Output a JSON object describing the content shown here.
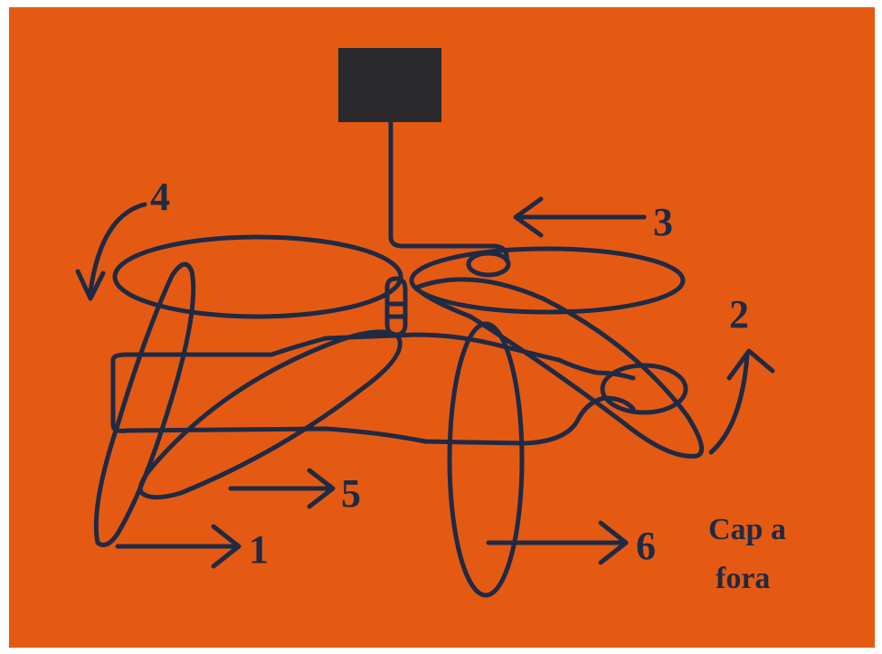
{
  "diagram": {
    "background_color": "#e55a12",
    "ink_color": "#1f2a44",
    "block_color": "#2a2a2e",
    "step_labels": [
      "1",
      "2",
      "3",
      "4",
      "5",
      "6"
    ],
    "caption_line1": "Cap a",
    "caption_line2": "fora"
  }
}
